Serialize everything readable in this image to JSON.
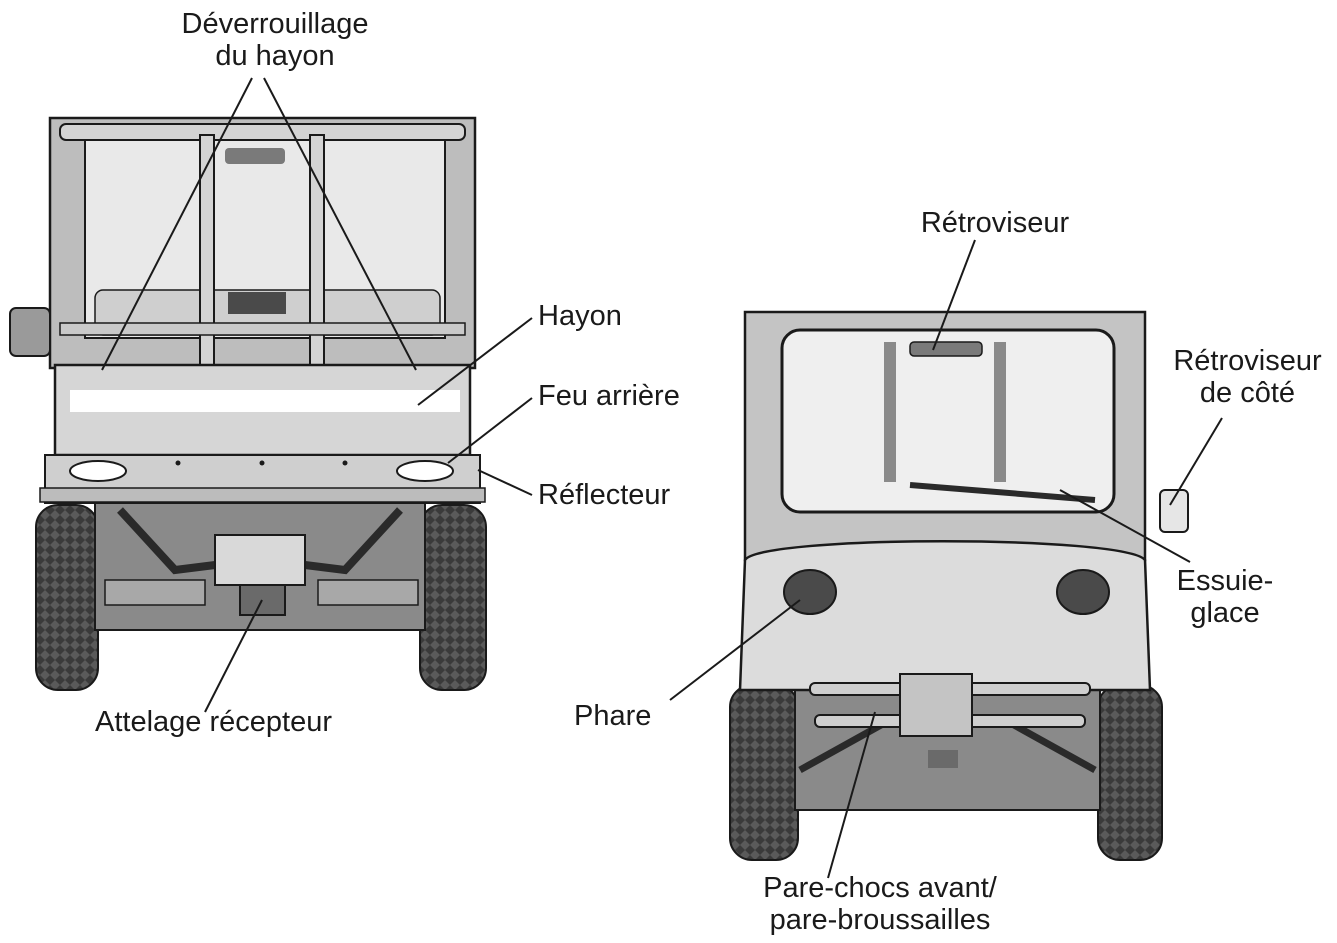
{
  "labels": {
    "deverrouillage_hayon": [
      "Déverrouillage",
      "du hayon"
    ],
    "hayon": "Hayon",
    "feu_arriere": "Feu arrière",
    "reflecteur": "Réflecteur",
    "attelage_recepteur": "Attelage récepteur",
    "retroviseur": "Rétroviseur",
    "retroviseur_cote": [
      "Rétroviseur",
      "de côté"
    ],
    "essuie_glace": [
      "Essuie-",
      "glace"
    ],
    "phare": "Phare",
    "pare_chocs": [
      "Pare-chocs avant/",
      "pare-broussailles"
    ]
  },
  "colors": {
    "line": "#1a1a1a",
    "body_light": "#e6e6e6",
    "body_mid": "#c4c4c4",
    "body_dark": "#6e6e6e",
    "tire": "#3a3a3a"
  }
}
